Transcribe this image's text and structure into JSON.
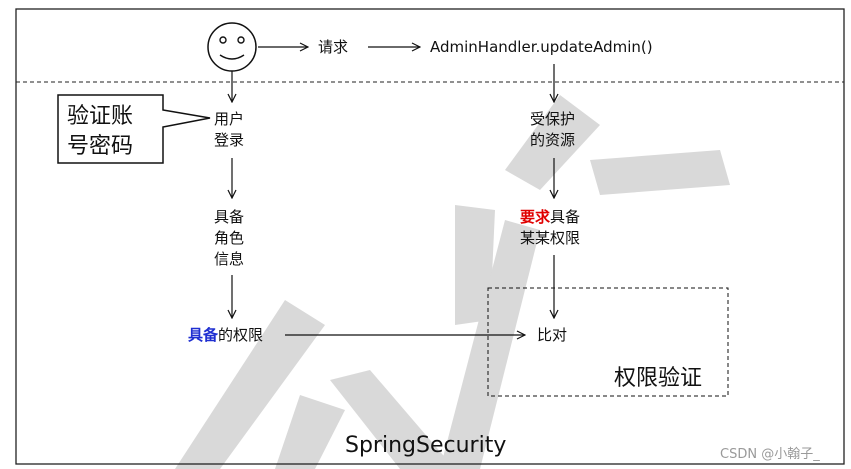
{
  "actor": {
    "arrow_label": "请求"
  },
  "handler": {
    "label": "AdminHandler.updateAdmin()"
  },
  "callout": {
    "line1": "验证账",
    "line2": "号密码"
  },
  "left_flow": {
    "login": [
      "用户",
      "登录"
    ],
    "roles": [
      "具备",
      "角色",
      "信息"
    ],
    "permission_highlight": "具备",
    "permission_rest": "的权限"
  },
  "right_flow": {
    "resource": [
      "受保护",
      "的资源"
    ],
    "require_highlight": "要求",
    "require_rest": "具备",
    "require_line2": "某某权限",
    "compare": "比对"
  },
  "auth_box_label": "权限验证",
  "framework_label": "SpringSecurity",
  "watermark_credit": "CSDN @小翰子_",
  "colors": {
    "highlight_red": "#e00000",
    "highlight_blue": "#1f2fd1"
  }
}
